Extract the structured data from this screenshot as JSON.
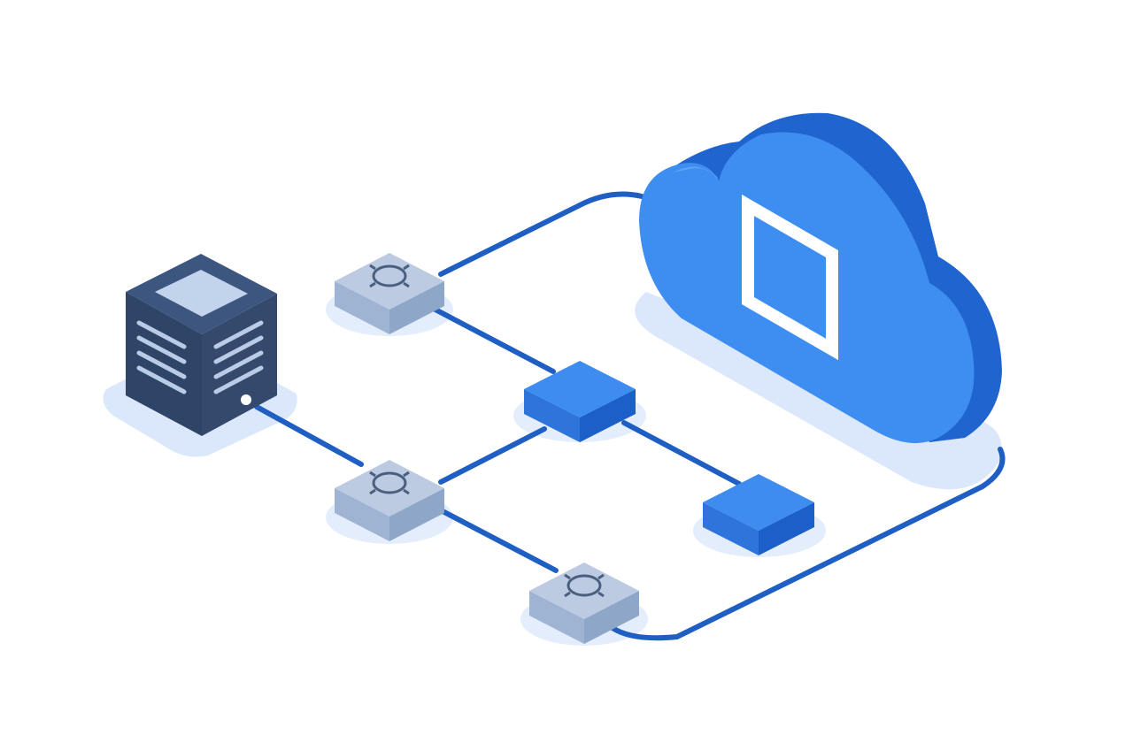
{
  "diagram": {
    "style": "isometric-network",
    "nodes": [
      {
        "id": "server",
        "kind": "server-rack"
      },
      {
        "id": "router-top",
        "kind": "router-hub"
      },
      {
        "id": "router-mid",
        "kind": "router-hub"
      },
      {
        "id": "router-bottom",
        "kind": "router-hub"
      },
      {
        "id": "switch-center",
        "kind": "switch"
      },
      {
        "id": "switch-right",
        "kind": "switch"
      },
      {
        "id": "cloud",
        "kind": "cloud-service"
      }
    ],
    "edges": [
      {
        "from": "server",
        "to": "router-mid"
      },
      {
        "from": "router-top",
        "to": "cloud"
      },
      {
        "from": "router-top",
        "to": "switch-center"
      },
      {
        "from": "router-mid",
        "to": "switch-center"
      },
      {
        "from": "switch-center",
        "to": "switch-right"
      },
      {
        "from": "router-mid",
        "to": "router-bottom"
      },
      {
        "from": "router-bottom",
        "to": "cloud"
      }
    ]
  },
  "colors": {
    "background": "#ffffff",
    "link": "#1f5fc4",
    "shadow": "#dbe8fb",
    "server_front": "#2f4567",
    "server_top": "#3d5680",
    "server_top_panel": "#c2d3ec",
    "server_vent": "#b9cbe6",
    "router_top": "#bccbe2",
    "router_side": "#8ea6c8",
    "router_icon": "#4a5f80",
    "switch_top": "#3f8cf0",
    "switch_side": "#1d5fc8",
    "cloud_front": "#3d8ef0",
    "cloud_side": "#1f64cf",
    "cloud_mark": "#ffffff"
  }
}
